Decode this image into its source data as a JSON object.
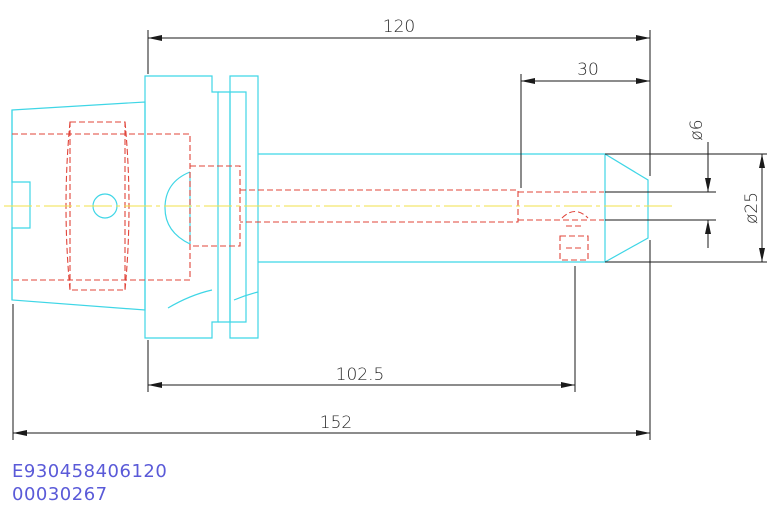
{
  "dimensions": {
    "overall_length": "120",
    "bore_depth": "30",
    "bore_diameter": "ø6",
    "shank_diameter": "ø25",
    "mid_length": "102.5",
    "total_length": "152"
  },
  "codes": {
    "line1": "E930458406120",
    "line2": "00030267"
  }
}
